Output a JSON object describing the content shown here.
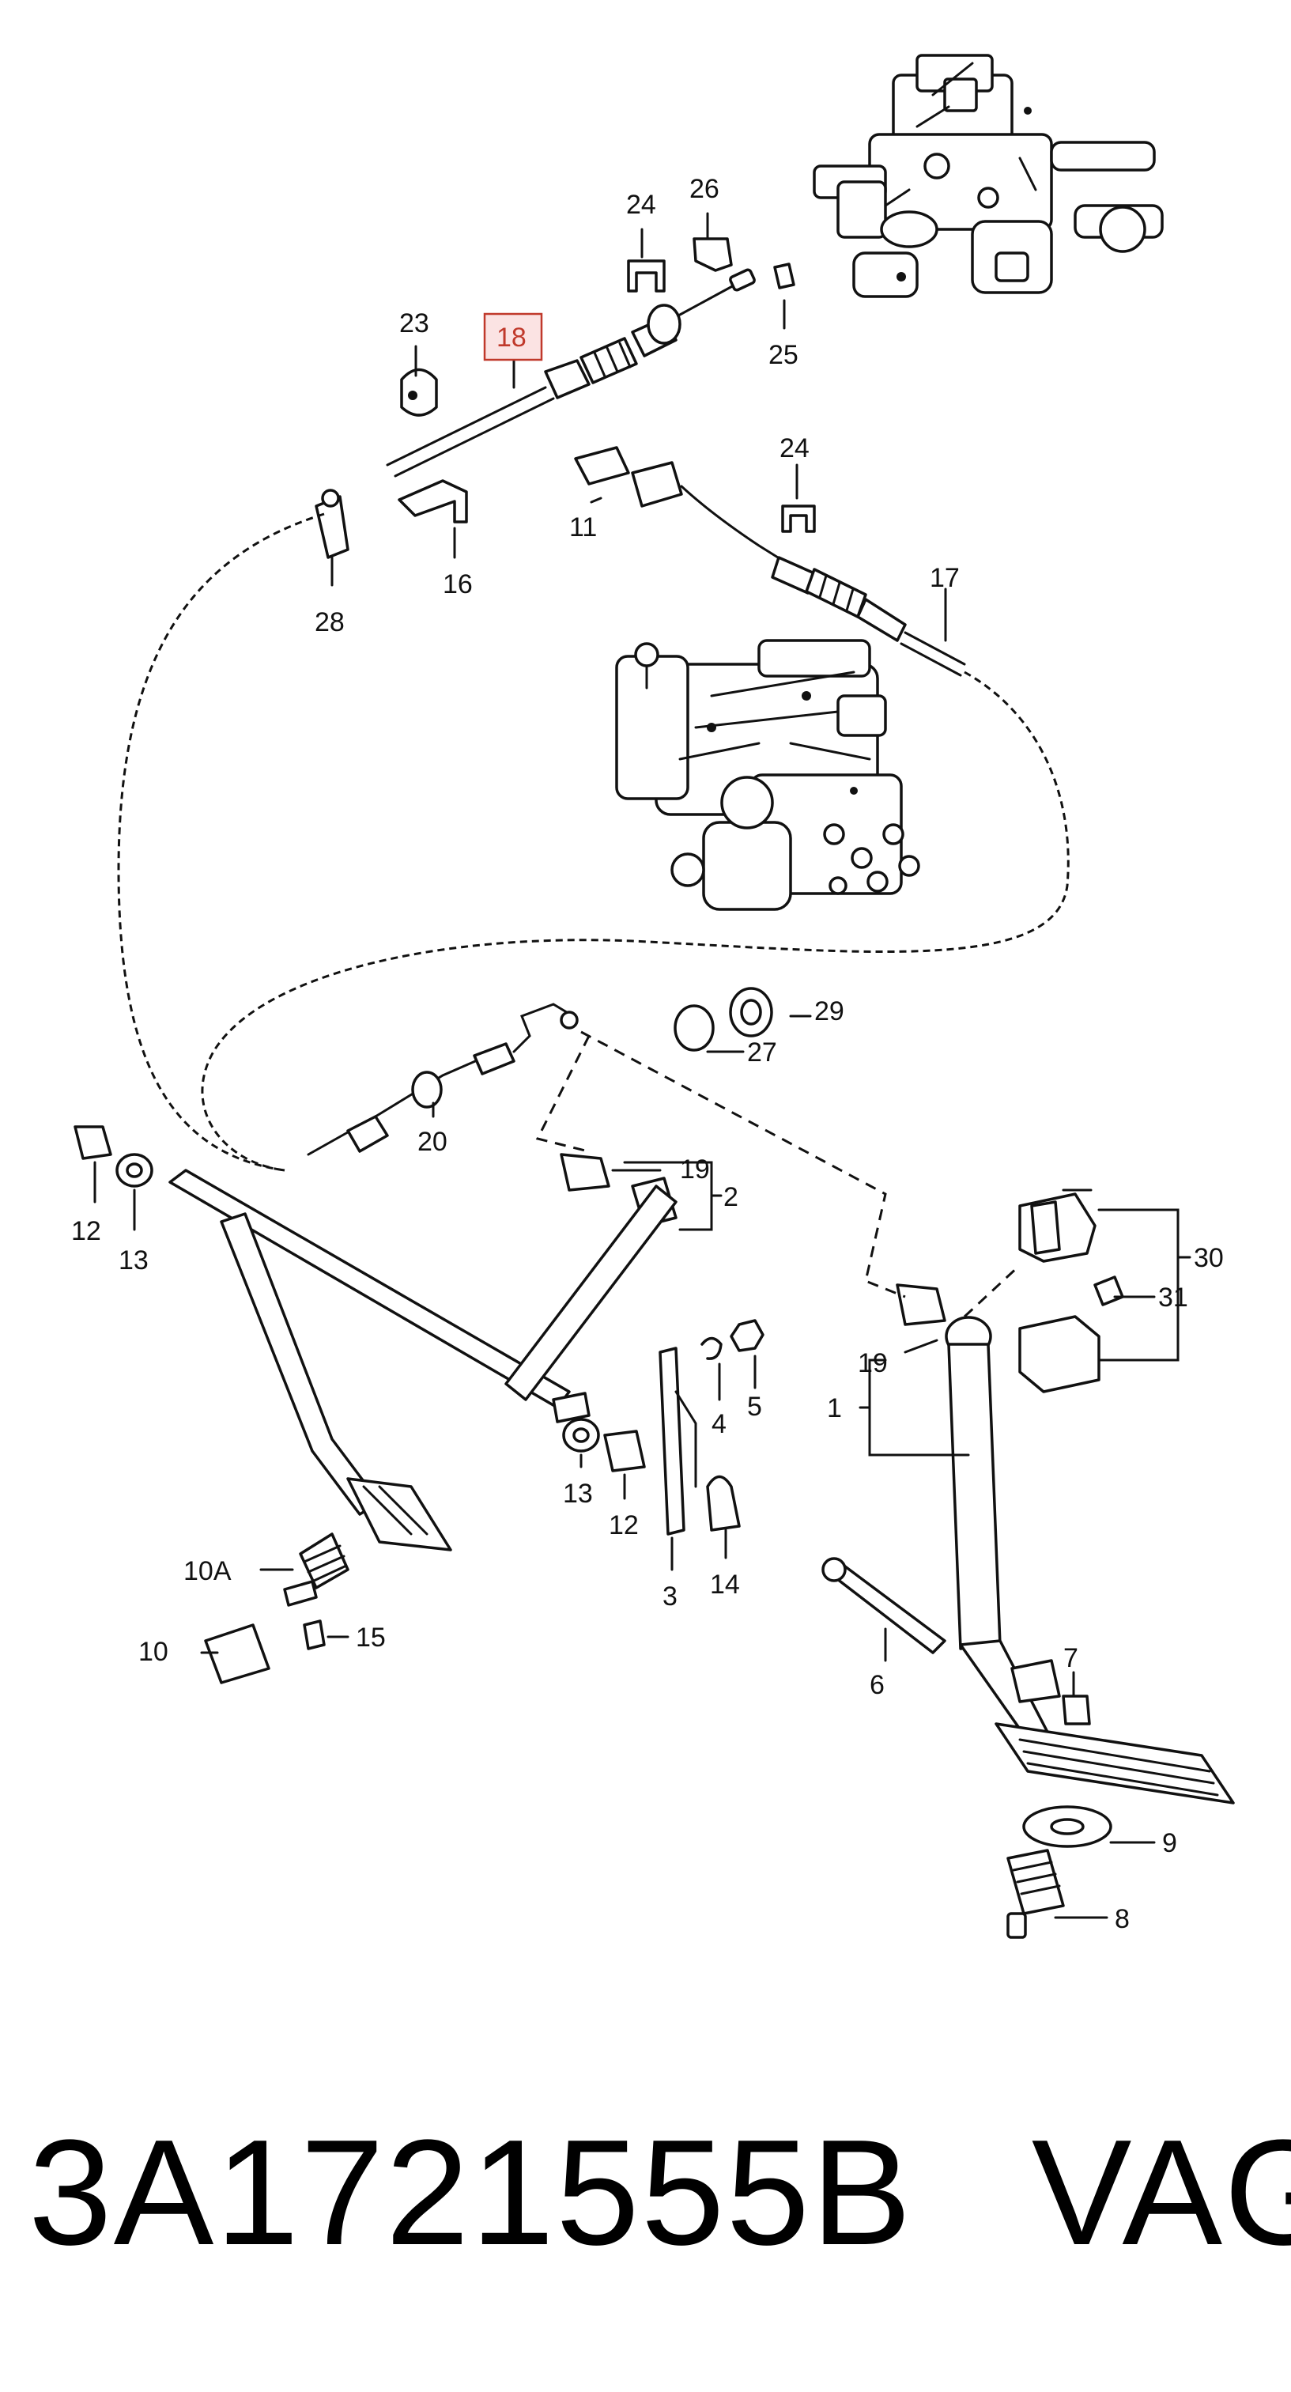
{
  "labels": {
    "l24a": "24",
    "l26": "26",
    "l23": "23",
    "l18": "18",
    "l25": "25",
    "l24b": "24",
    "l11": "11",
    "l16": "16",
    "l28": "28",
    "l17": "17",
    "l29": "29",
    "l27": "27",
    "l20": "20",
    "l19a": "19",
    "l2": "2",
    "l12a": "12",
    "l13a": "13",
    "l30": "30",
    "l31": "31",
    "l19b": "19",
    "l1": "1",
    "l4": "4",
    "l5": "5",
    "l13b": "13",
    "l12b": "12",
    "l3": "3",
    "l14": "14",
    "l10A": "10A",
    "l15": "15",
    "l10": "10",
    "l6": "6",
    "l7": "7",
    "l9": "9",
    "l8": "8"
  },
  "highlight": {
    "part": "18",
    "color": "#c0392b",
    "box_fill": "#fbe3e3"
  },
  "footer": {
    "part_number": "3A1721555B",
    "brand": "VAG"
  }
}
